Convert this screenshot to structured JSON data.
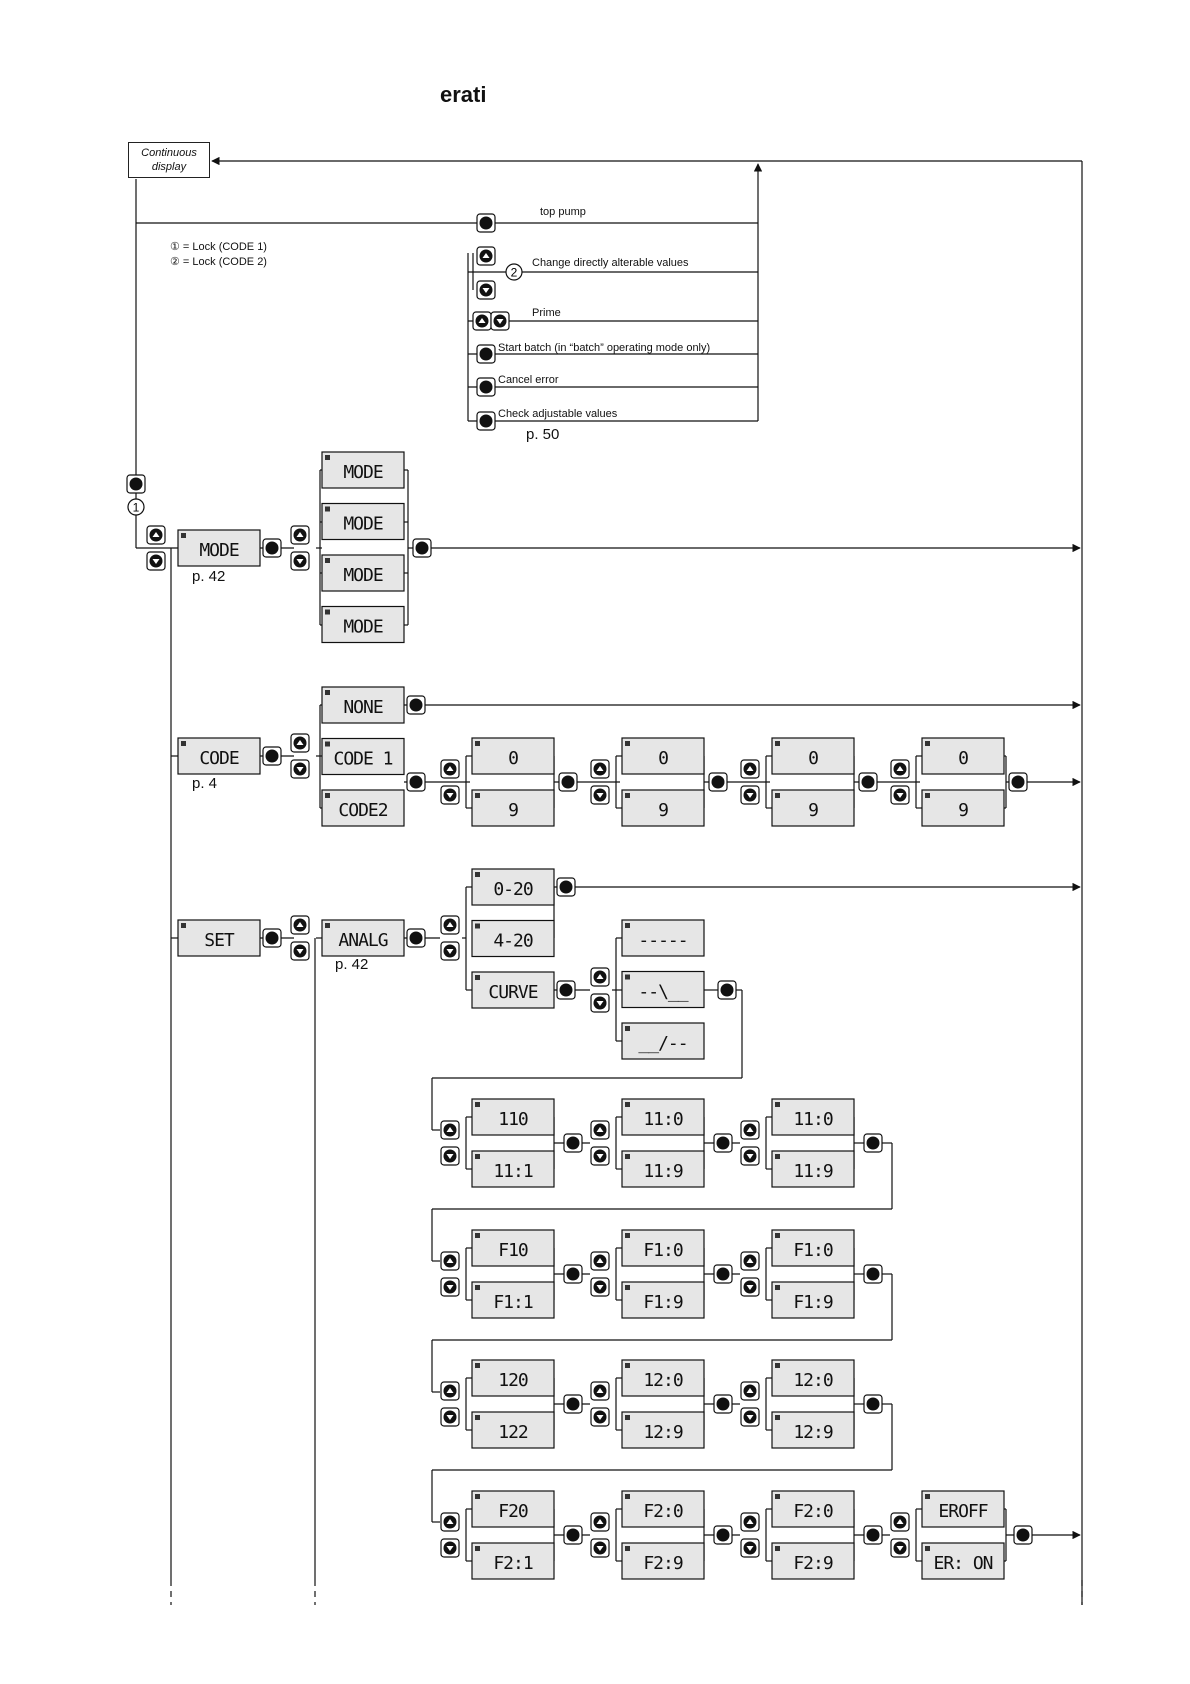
{
  "title": "erati",
  "continuous_display": [
    "Continuous",
    "display"
  ],
  "legend": [
    "① = Lock (CODE 1)",
    "② = Lock (CODE 2)"
  ],
  "actions": {
    "stop_pump": "top pump",
    "change_values": "Change directly alterable values",
    "prime": "Prime",
    "start_batch": "Start batch (in “batch” operating mode only)",
    "cancel_error": "Cancel error",
    "check_values": "Check adjustable values"
  },
  "page_refs": {
    "check": "p. 50",
    "mode": "p. 42",
    "code": "p. 4",
    "analg": "p. 42"
  },
  "markers": {
    "lock1": "1",
    "lock2": "2"
  },
  "displays": {
    "mode_main": "MODE",
    "mode_opts": [
      "MODE",
      "MODE",
      "MODE",
      "MODE"
    ],
    "code_main": "CODE",
    "code_opts": [
      "NONE",
      "CODE 1",
      "CODE2"
    ],
    "code_digits_top": [
      "0",
      "0",
      "0",
      "0"
    ],
    "code_digits_bottom": [
      "9",
      "9",
      "9",
      "9"
    ],
    "set_main": "SET",
    "analg": "ANALG",
    "analog_opts": [
      "0-20",
      "4-20",
      "CURVE"
    ],
    "curve_opts": [
      "-----",
      "--\\__",
      "__/--"
    ],
    "row1_top": [
      "110",
      "11:0",
      "11:0"
    ],
    "row1_bottom": [
      "11:1",
      "11:9",
      "11:9"
    ],
    "row2_top": [
      "F10",
      "F1:0",
      "F1:0"
    ],
    "row2_bottom": [
      "F1:1",
      "F1:9",
      "F1:9"
    ],
    "row3_top": [
      "120",
      "12:0",
      "12:0"
    ],
    "row3_bottom": [
      "122",
      "12:9",
      "12:9"
    ],
    "row4_top": [
      "F20",
      "F2:0",
      "F2:0",
      "EROFF"
    ],
    "row4_bottom": [
      "F2:1",
      "F2:9",
      "F2:9",
      "ER: ON"
    ]
  }
}
